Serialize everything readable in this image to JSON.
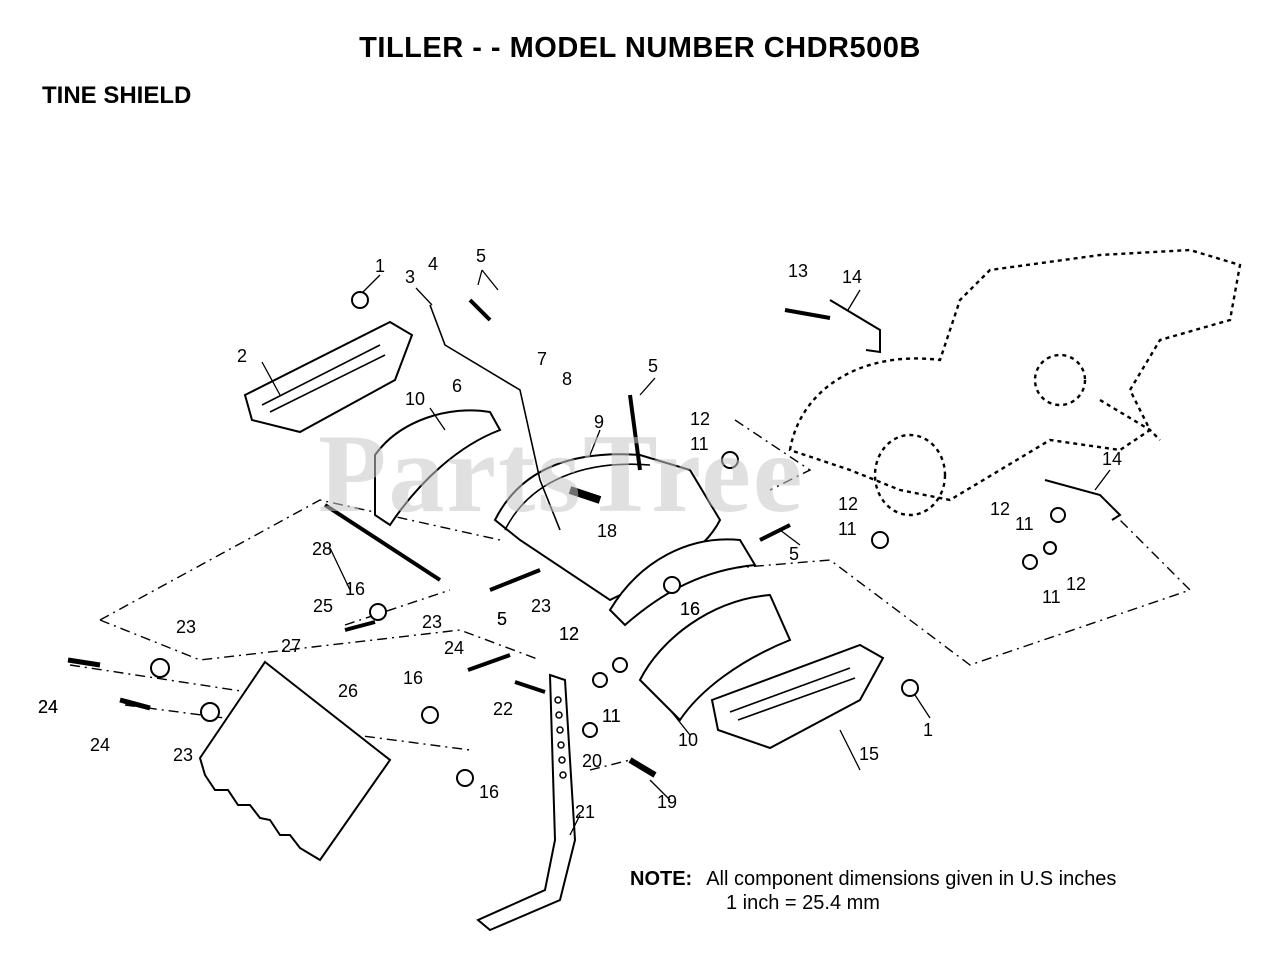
{
  "header": {
    "title": "TILLER - - MODEL NUMBER CHDR500B",
    "section": "TINE SHIELD"
  },
  "watermark": "PartsTree",
  "note": {
    "label": "NOTE:",
    "line1": "All component dimensions given in U.S  inches",
    "line2": "1 inch = 25.4 mm"
  },
  "callouts": [
    "1",
    "2",
    "3",
    "4",
    "5",
    "5",
    "6",
    "7",
    "8",
    "9",
    "10",
    "5",
    "12",
    "11",
    "18",
    "28",
    "16",
    "25",
    "23",
    "5",
    "23",
    "16",
    "5",
    "12",
    "11",
    "14",
    "13",
    "14",
    "12",
    "11",
    "12",
    "11",
    "12",
    "11",
    "23",
    "24",
    "27",
    "26",
    "16",
    "24",
    "24",
    "23",
    "16",
    "24",
    "22",
    "12",
    "11",
    "20",
    "19",
    "21",
    "10",
    "15",
    "1",
    "16"
  ]
}
